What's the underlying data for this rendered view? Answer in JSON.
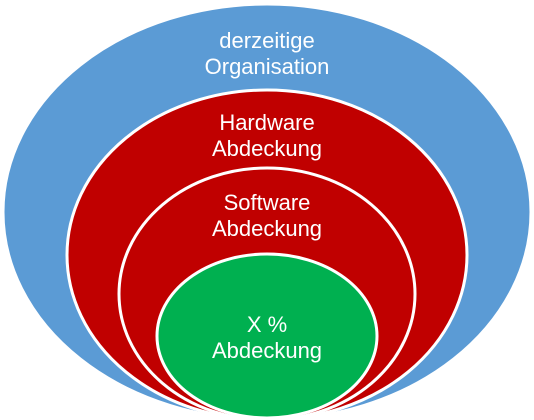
{
  "diagram": {
    "type": "nested-venn",
    "layers": [
      {
        "id": "outer",
        "lines": [
          "derzeitige",
          "Organisation"
        ],
        "color": "#5b9bd5"
      },
      {
        "id": "hardware",
        "lines": [
          "Hardware",
          "Abdeckung"
        ],
        "color": "#c00000"
      },
      {
        "id": "software",
        "lines": [
          "Software",
          "Abdeckung"
        ],
        "color": "#c00000"
      },
      {
        "id": "inner",
        "lines": [
          "X %",
          "Abdeckung"
        ],
        "color": "#00b050"
      }
    ],
    "stroke_color": "#ffffff"
  }
}
